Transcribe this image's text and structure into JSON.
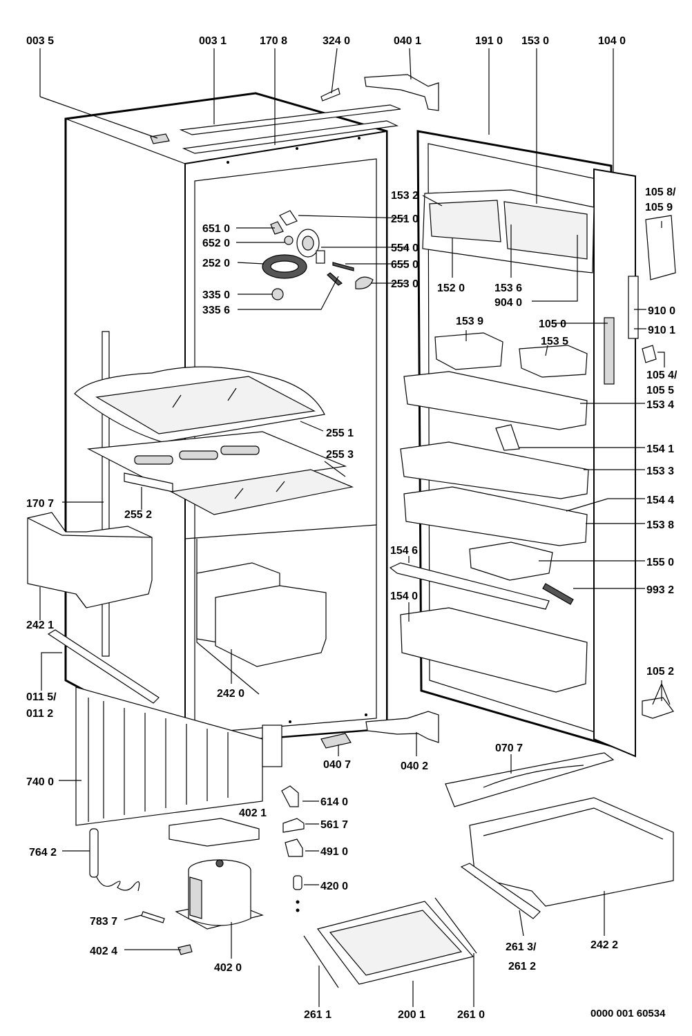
{
  "diagram": {
    "document_number": "0000 001 60534",
    "callouts": [
      {
        "id": "c0035",
        "text": "003 5"
      },
      {
        "id": "c0031",
        "text": "003 1"
      },
      {
        "id": "c1708",
        "text": "170 8"
      },
      {
        "id": "c3240",
        "text": "324 0"
      },
      {
        "id": "c0401",
        "text": "040 1"
      },
      {
        "id": "c1910",
        "text": "191 0"
      },
      {
        "id": "c1530",
        "text": "153 0"
      },
      {
        "id": "c1040",
        "text": "104 0"
      },
      {
        "id": "c1532",
        "text": "153 2"
      },
      {
        "id": "c2510",
        "text": "251 0"
      },
      {
        "id": "c6510",
        "text": "651 0"
      },
      {
        "id": "c6520",
        "text": "652 0"
      },
      {
        "id": "c5540",
        "text": "554 0"
      },
      {
        "id": "c2520",
        "text": "252 0"
      },
      {
        "id": "c6550",
        "text": "655 0"
      },
      {
        "id": "c2530",
        "text": "253 0"
      },
      {
        "id": "c3350",
        "text": "335 0"
      },
      {
        "id": "c3356",
        "text": "335 6"
      },
      {
        "id": "c1520",
        "text": "152 0"
      },
      {
        "id": "c1536",
        "text": "153 6"
      },
      {
        "id": "c9040",
        "text": "904 0"
      },
      {
        "id": "c1058a",
        "text": "105 8/"
      },
      {
        "id": "c1059",
        "text": "105 9"
      },
      {
        "id": "c9100",
        "text": "910 0"
      },
      {
        "id": "c9101",
        "text": "910 1"
      },
      {
        "id": "c1539",
        "text": "153 9"
      },
      {
        "id": "c1050",
        "text": "105 0"
      },
      {
        "id": "c1535",
        "text": "153 5"
      },
      {
        "id": "c1054",
        "text": "105 4/"
      },
      {
        "id": "c1055",
        "text": "105 5"
      },
      {
        "id": "c1534",
        "text": "153 4"
      },
      {
        "id": "c2551",
        "text": "255 1"
      },
      {
        "id": "c2553",
        "text": "255 3"
      },
      {
        "id": "c1541",
        "text": "154 1"
      },
      {
        "id": "c1533",
        "text": "153 3"
      },
      {
        "id": "c1707",
        "text": "170 7"
      },
      {
        "id": "c2552",
        "text": "255 2"
      },
      {
        "id": "c1544",
        "text": "154 4"
      },
      {
        "id": "c1538",
        "text": "153 8"
      },
      {
        "id": "c1546",
        "text": "154 6"
      },
      {
        "id": "c1550",
        "text": "155 0"
      },
      {
        "id": "c9932",
        "text": "993 2"
      },
      {
        "id": "c2421",
        "text": "242 1"
      },
      {
        "id": "c1540",
        "text": "154 0"
      },
      {
        "id": "c0115",
        "text": "011 5/"
      },
      {
        "id": "c0112",
        "text": "011 2"
      },
      {
        "id": "c2420",
        "text": "242 0"
      },
      {
        "id": "c1052",
        "text": "105 2"
      },
      {
        "id": "c0407",
        "text": "040 7"
      },
      {
        "id": "c0402",
        "text": "040 2"
      },
      {
        "id": "c0707",
        "text": "070 7"
      },
      {
        "id": "c7400",
        "text": "740 0"
      },
      {
        "id": "c6140",
        "text": "614 0"
      },
      {
        "id": "c4021",
        "text": "402 1"
      },
      {
        "id": "c5617",
        "text": "561 7"
      },
      {
        "id": "c7642",
        "text": "764 2"
      },
      {
        "id": "c4910",
        "text": "491 0"
      },
      {
        "id": "c4200",
        "text": "420 0"
      },
      {
        "id": "c7837",
        "text": "783 7"
      },
      {
        "id": "c4024",
        "text": "402 4"
      },
      {
        "id": "c4020",
        "text": "402 0"
      },
      {
        "id": "c2613",
        "text": "261 3/"
      },
      {
        "id": "c2612",
        "text": "261 2"
      },
      {
        "id": "c2422",
        "text": "242 2"
      },
      {
        "id": "c2611",
        "text": "261 1"
      },
      {
        "id": "c2001",
        "text": "200 1"
      },
      {
        "id": "c2610",
        "text": "261 0"
      }
    ]
  }
}
